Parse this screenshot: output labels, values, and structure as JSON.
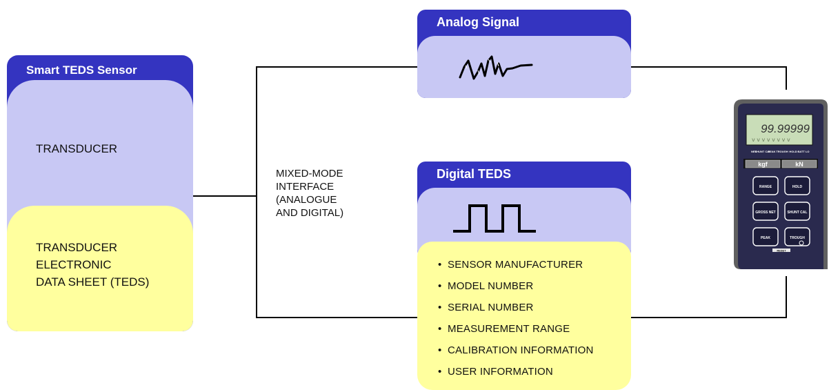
{
  "sensor": {
    "title": "Smart TEDS Sensor",
    "transducer_label": "TRANSDUCER",
    "teds_label": "TRANSDUCER\nELECTRONIC\nDATA SHEET (TEDS)"
  },
  "interface_label": "MIXED-MODE\nINTERFACE\n(ANALOGUE\nAND DIGITAL)",
  "analog": {
    "title": "Analog Signal"
  },
  "digital": {
    "title": "Digital TEDS"
  },
  "teds_info": {
    "items": [
      "SENSOR MANUFACTURER",
      "MODEL NUMBER",
      "SERIAL NUMBER",
      "MEASUREMENT RANGE",
      "CALIBRATION INFORMATION",
      "USER INFORMATION"
    ]
  },
  "meter": {
    "display_value": "99.99999",
    "status_labels": [
      "NET",
      "SHUNT CAL",
      "PEAK",
      "TROUGH",
      "HOLD",
      "BATT LO"
    ],
    "unit_left": "kgf",
    "unit_right": "kN",
    "buttons": {
      "range": "RANGE",
      "hold": "HOLD",
      "gross_net": "GROSS NET",
      "shunt_cal": "SHUNT CAL",
      "peak": "PEAK",
      "trough": "TROUGH",
      "reset": "RESET"
    }
  }
}
